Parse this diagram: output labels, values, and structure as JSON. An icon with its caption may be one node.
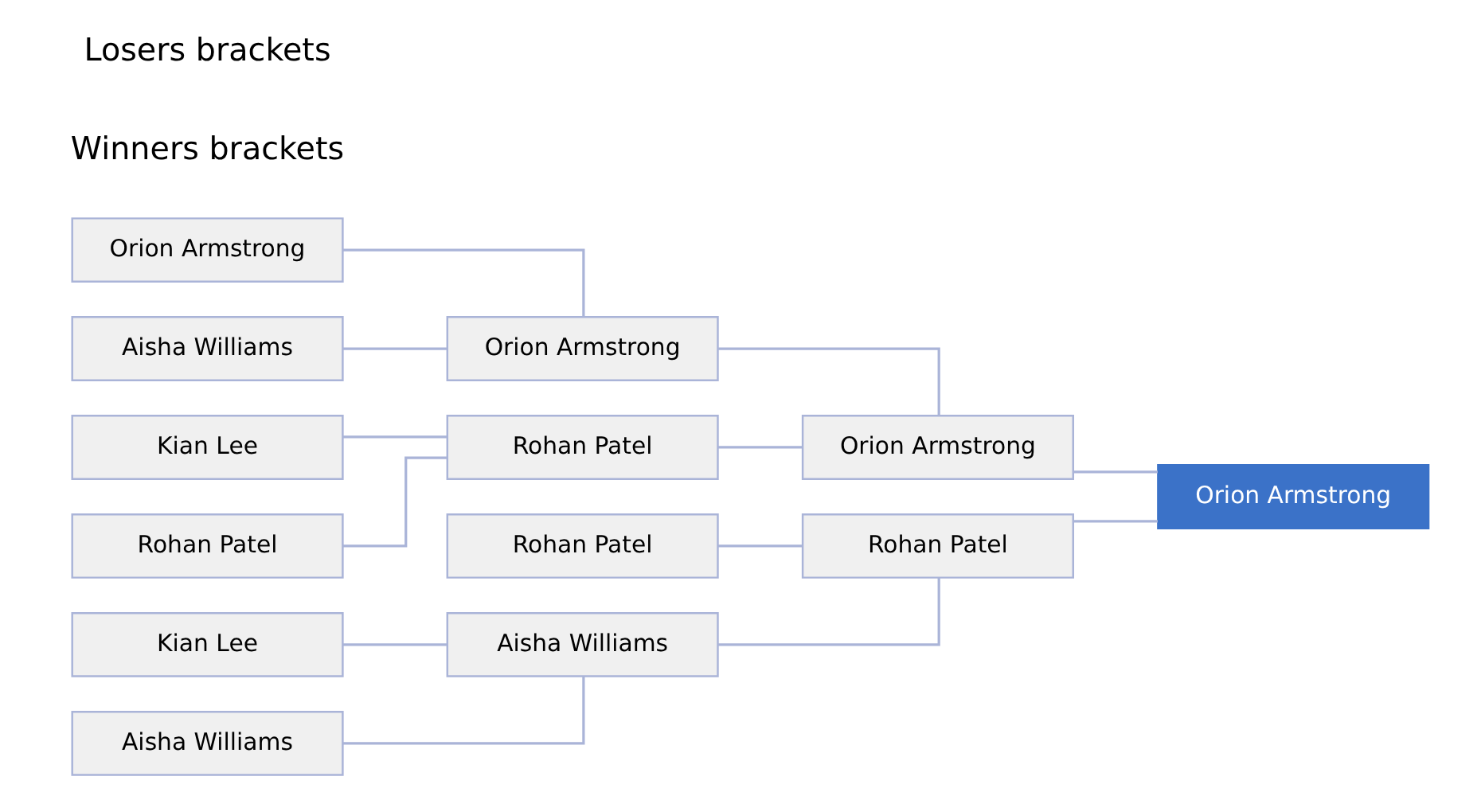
{
  "diagram": {
    "nodes": [
      {
        "text": [
          "Orion Armstrong"
        ]
      },
      {
        "text": [
          "Aisha Williams"
        ]
      },
      {
        "text": [
          "Kian Lee"
        ]
      },
      {
        "text": [
          "Rohan Patel"
        ]
      },
      {
        "text": [
          "Orion Armstrong"
        ]
      },
      {
        "text": [
          "Rohan Patel"
        ]
      },
      {
        "text": [
          "Orion Armstrong"
        ]
      },
      {
        "text": [
          "Orion Armstrong"
        ]
      },
      {
        "text": [
          "Kian Lee"
        ]
      },
      {
        "text": [
          "Aisha Williams"
        ]
      },
      {
        "text": [
          "Aisha Williams"
        ]
      },
      {
        "text": [
          "Rohan Patel"
        ]
      },
      {
        "text": [
          "Rohan Patel"
        ]
      }
    ],
    "edges": [
      {
        "from": 0,
        "to": 4,
        "arrow": "none"
      },
      {
        "from": 1,
        "to": 4,
        "arrow": "none"
      },
      {
        "from": 2,
        "to": 5,
        "arrow": "none"
      },
      {
        "from": 3,
        "to": 5,
        "arrow": "none"
      },
      {
        "from": 4,
        "to": 6,
        "arrow": "none"
      },
      {
        "from": 5,
        "to": 6,
        "arrow": "none"
      },
      {
        "from": 6,
        "to": 7,
        "arrow": "none"
      },
      {
        "from": 8,
        "to": 10,
        "arrow": "none"
      },
      {
        "from": 9,
        "to": 10,
        "arrow": "none"
      },
      {
        "from": 10,
        "to": 12,
        "arrow": "none"
      },
      {
        "from": 11,
        "to": 12,
        "arrow": "none"
      },
      {
        "from": 12,
        "to": 7,
        "arrow": "none"
      }
    ],
    "labels": [
      "Winners brackets",
      "Losers brackets"
    ]
  }
}
